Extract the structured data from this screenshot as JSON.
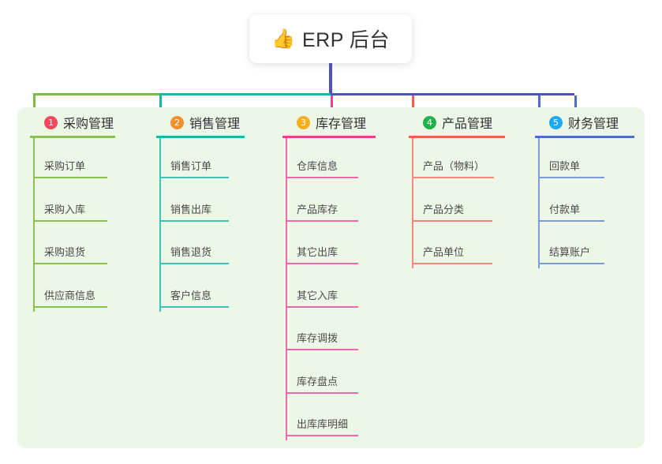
{
  "title": {
    "emoji": "👍",
    "icon_name": "thumbs-up-icon",
    "text": "ERP 后台"
  },
  "palette": {
    "page_background": "#ffffff",
    "panel_background": "#edf7e8",
    "trunk": "#4b55b8",
    "bus_green": "#7cbb46",
    "bus_teal": "#19b6a8",
    "bus_indigo": "#4b55b8",
    "text_dark": "#303133",
    "text_leaf": "#4a4a4a"
  },
  "columns": [
    {
      "number": "1",
      "title": "采购管理",
      "badge_color": "#f2495c",
      "line_color": "#8cc152",
      "leaf_color": "#8cc152",
      "drop_color": "#7cbb46",
      "items": [
        "采购订单",
        "采购入库",
        "采购退货",
        "供应商信息"
      ]
    },
    {
      "number": "2",
      "title": "销售管理",
      "badge_color": "#f29030",
      "line_color": "#19b6a8",
      "leaf_color": "#3ec2b6",
      "drop_color": "#19b6a8",
      "items": [
        "销售订单",
        "销售出库",
        "销售退货",
        "客户信息"
      ]
    },
    {
      "number": "3",
      "title": "库存管理",
      "badge_color": "#f5b021",
      "line_color": "#ec3f8e",
      "leaf_color": "#e86aa8",
      "drop_color": "#ec3f8e",
      "items": [
        "仓库信息",
        "产品库存",
        "其它出库",
        "其它入库",
        "库存调拨",
        "库存盘点",
        "出库库明细"
      ]
    },
    {
      "number": "4",
      "title": "产品管理",
      "badge_color": "#20b24b",
      "line_color": "#f0604d",
      "leaf_color": "#f2897e",
      "drop_color": "#f0604d",
      "items": [
        "产品（物料）",
        "产品分类",
        "产品单位"
      ]
    },
    {
      "number": "5",
      "title": "财务管理",
      "badge_color": "#1eaaf1",
      "line_color": "#4a6fc4",
      "leaf_color": "#7d99d6",
      "drop_color": "#4a6fc4",
      "items": [
        "回款单",
        "付款单",
        "结算账户"
      ]
    }
  ]
}
